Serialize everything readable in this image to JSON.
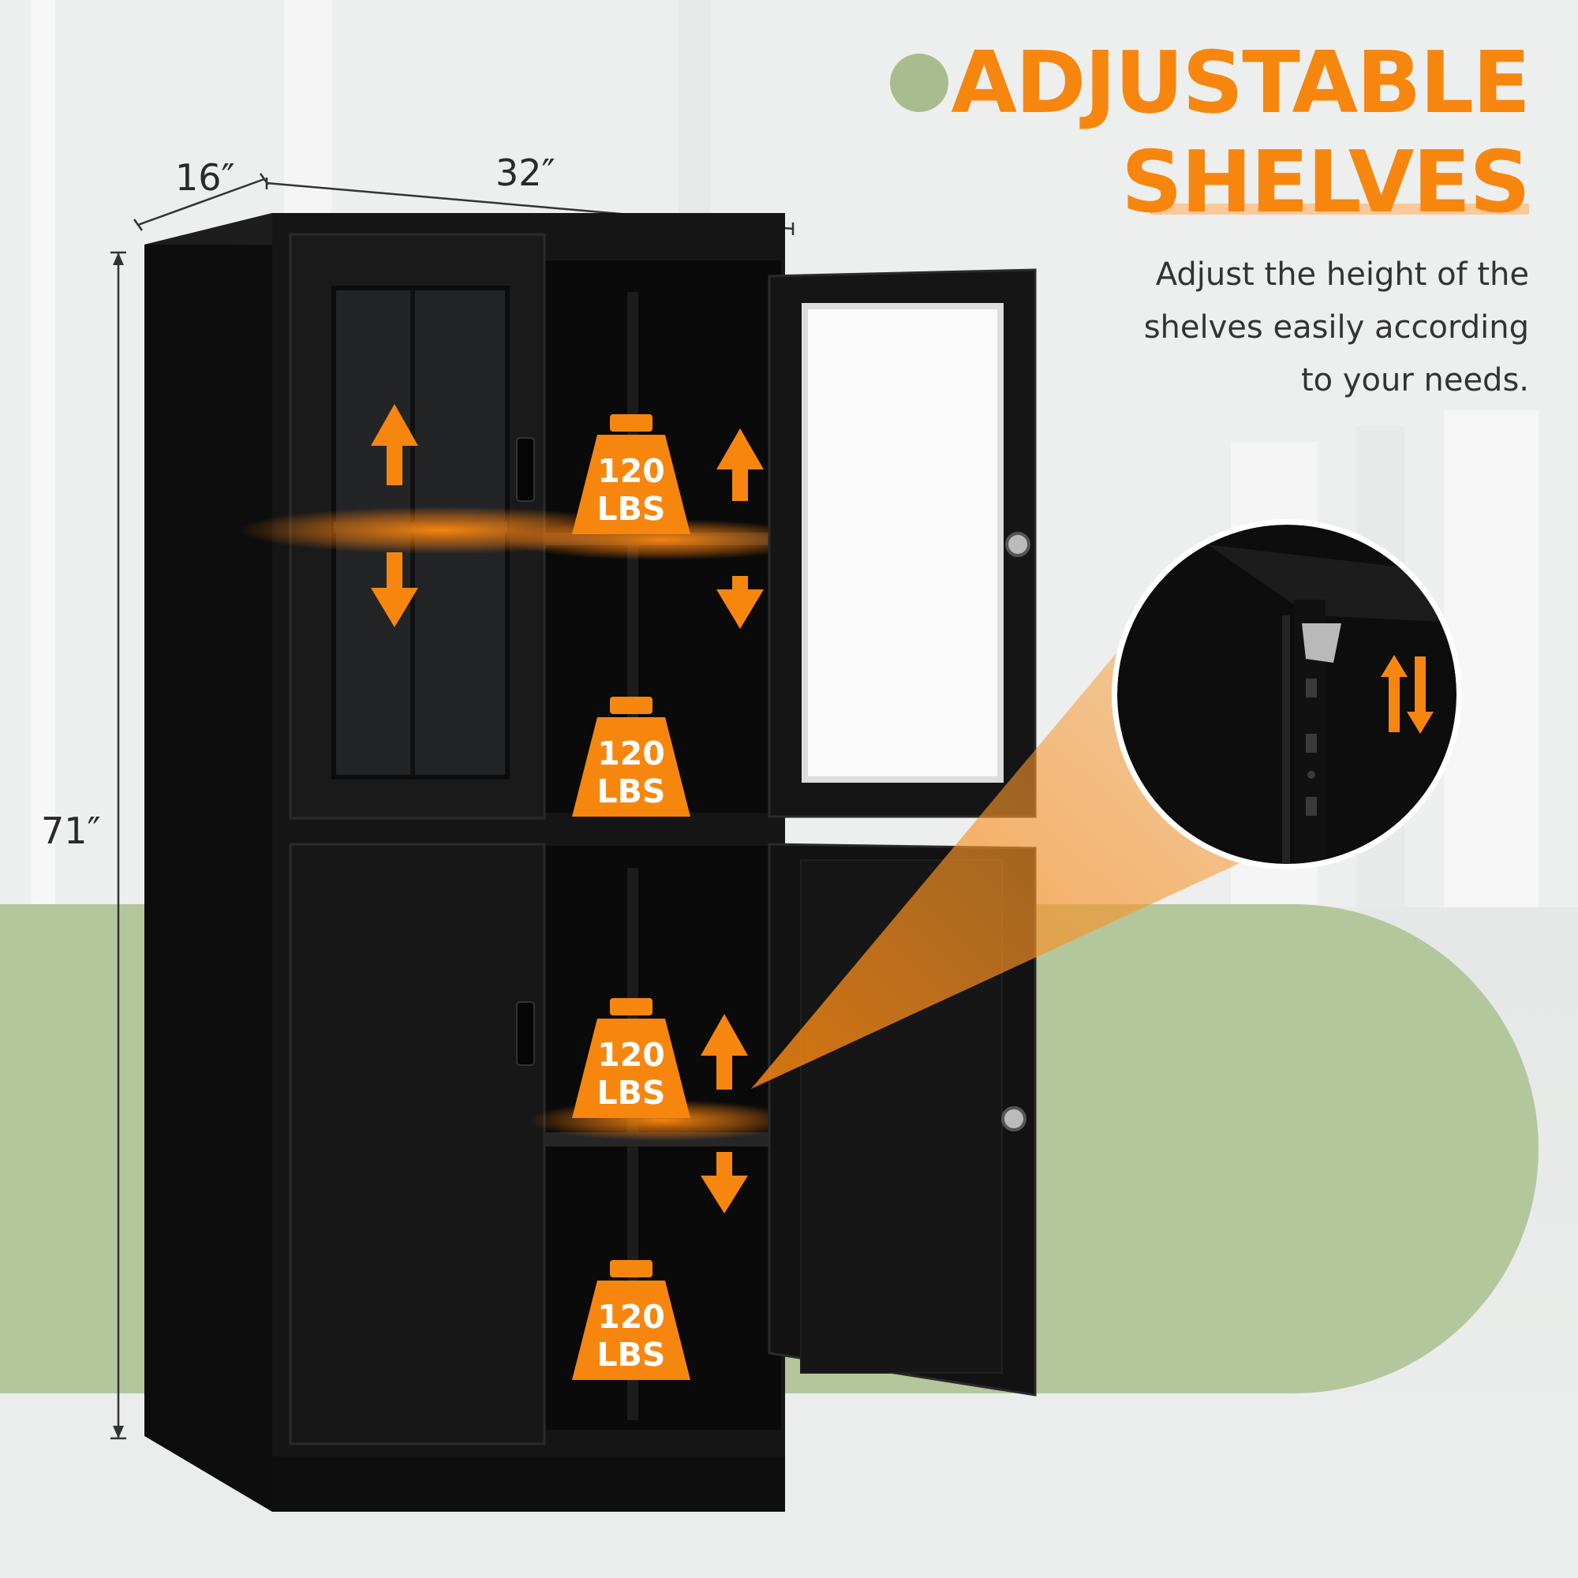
{
  "headline": {
    "line1": "ADJUSTABLE",
    "line2": "SHELVES"
  },
  "description": {
    "line1": "Adjust the height of the",
    "line2": "shelves easily according",
    "line3": "to your needs."
  },
  "dimensions": {
    "depth": "16″",
    "width": "32″",
    "height": "71″"
  },
  "capacity": {
    "value": "120",
    "unit": "LBS"
  },
  "colors": {
    "accent": "#f7860f",
    "green": "#b4c69c",
    "cabinet": "#151515"
  }
}
